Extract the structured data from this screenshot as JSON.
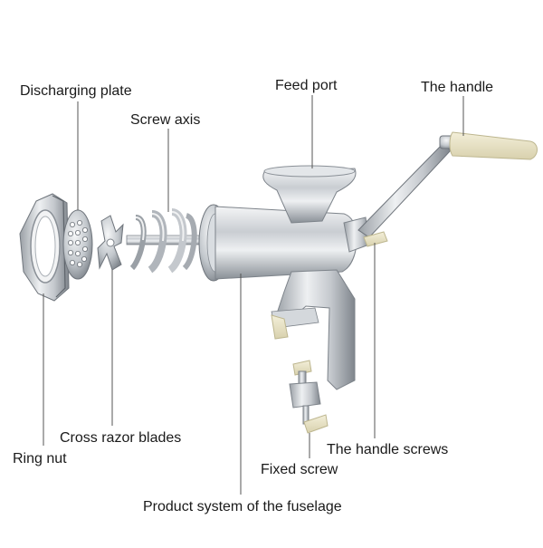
{
  "labels": {
    "discharging_plate": "Discharging plate",
    "screw_axis": "Screw axis",
    "feed_port": "Feed port",
    "the_handle": "The handle",
    "ring_nut": "Ring nut",
    "cross_razor_blades": "Cross razor blades",
    "the_handle_screws": "The handle screws",
    "fixed_screw": "Fixed screw",
    "product_system": "Product system of the fuselage"
  },
  "colors": {
    "background": "#ffffff",
    "metal_light": "#eef0f2",
    "metal_mid": "#b9bec4",
    "metal_dark": "#7d838a",
    "handle_grip": "#e9e4c8",
    "leader_line": "#555555",
    "text": "#1a1a1a"
  }
}
